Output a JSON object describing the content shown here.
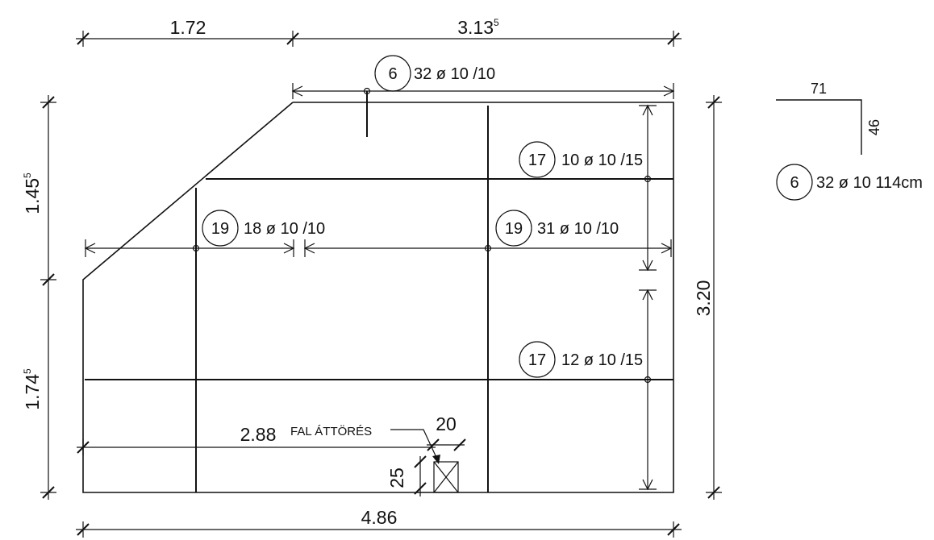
{
  "dimensions": {
    "top_left": "1.72",
    "top_right_main": "3.13",
    "top_right_sup": "5",
    "left_upper_main": "1.45",
    "left_upper_sup": "5",
    "left_lower_main": "1.74",
    "left_lower_sup": "5",
    "right": "3.20",
    "bottom": "4.86",
    "opening_x": "2.88",
    "opening_width": "20",
    "opening_height": "25"
  },
  "labels": {
    "opening": "FAL ÁTTÖRÉS"
  },
  "rebars": [
    {
      "mark": "6",
      "spec": "32 ø 10 /10"
    },
    {
      "mark": "17",
      "spec": "10 ø 10 /15"
    },
    {
      "mark": "19",
      "spec": "18 ø 10 /10"
    },
    {
      "mark": "19",
      "spec": "31 ø 10 /10"
    },
    {
      "mark": "17",
      "spec": "12 ø 10 /15"
    }
  ],
  "bar_shape": {
    "leg_horizontal": "71",
    "leg_vertical": "46",
    "mark": "6",
    "spec": "32 ø 10 114cm"
  }
}
